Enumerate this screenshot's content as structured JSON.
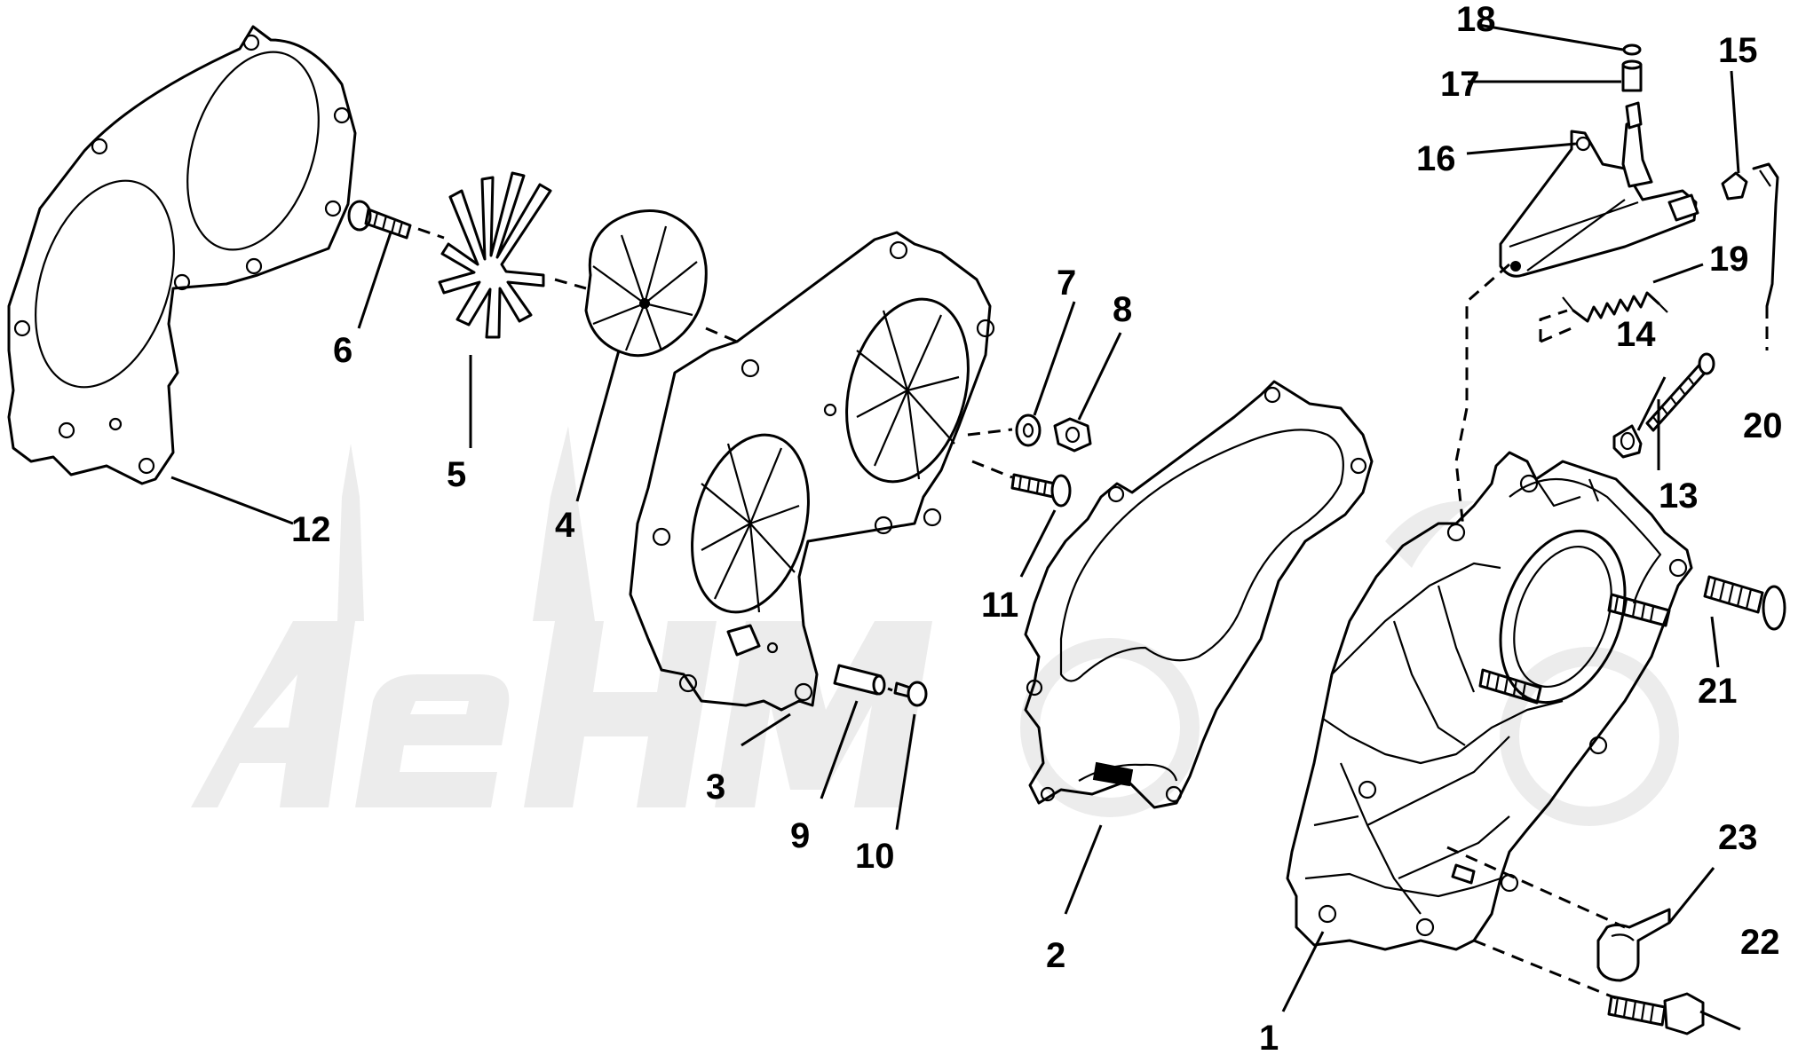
{
  "callouts": [
    {
      "id": "1",
      "text": "1"
    },
    {
      "id": "2",
      "text": "2"
    },
    {
      "id": "3",
      "text": "3"
    },
    {
      "id": "4",
      "text": "4"
    },
    {
      "id": "5",
      "text": "5"
    },
    {
      "id": "6",
      "text": "6"
    },
    {
      "id": "7",
      "text": "7"
    },
    {
      "id": "8",
      "text": "8"
    },
    {
      "id": "9",
      "text": "9"
    },
    {
      "id": "10",
      "text": "10"
    },
    {
      "id": "11",
      "text": "11"
    },
    {
      "id": "12",
      "text": "12"
    },
    {
      "id": "13",
      "text": "13"
    },
    {
      "id": "14",
      "text": "14"
    },
    {
      "id": "15",
      "text": "15"
    },
    {
      "id": "16",
      "text": "16"
    },
    {
      "id": "17",
      "text": "17"
    },
    {
      "id": "18",
      "text": "18"
    },
    {
      "id": "19",
      "text": "19"
    },
    {
      "id": "20",
      "text": "20"
    },
    {
      "id": "21",
      "text": "21"
    },
    {
      "id": "22",
      "text": "22"
    },
    {
      "id": "23",
      "text": "23"
    }
  ],
  "watermark": "AeHMoro",
  "colors": {
    "ink": "#000000",
    "watermark": "#ececec",
    "background": "#ffffff"
  }
}
